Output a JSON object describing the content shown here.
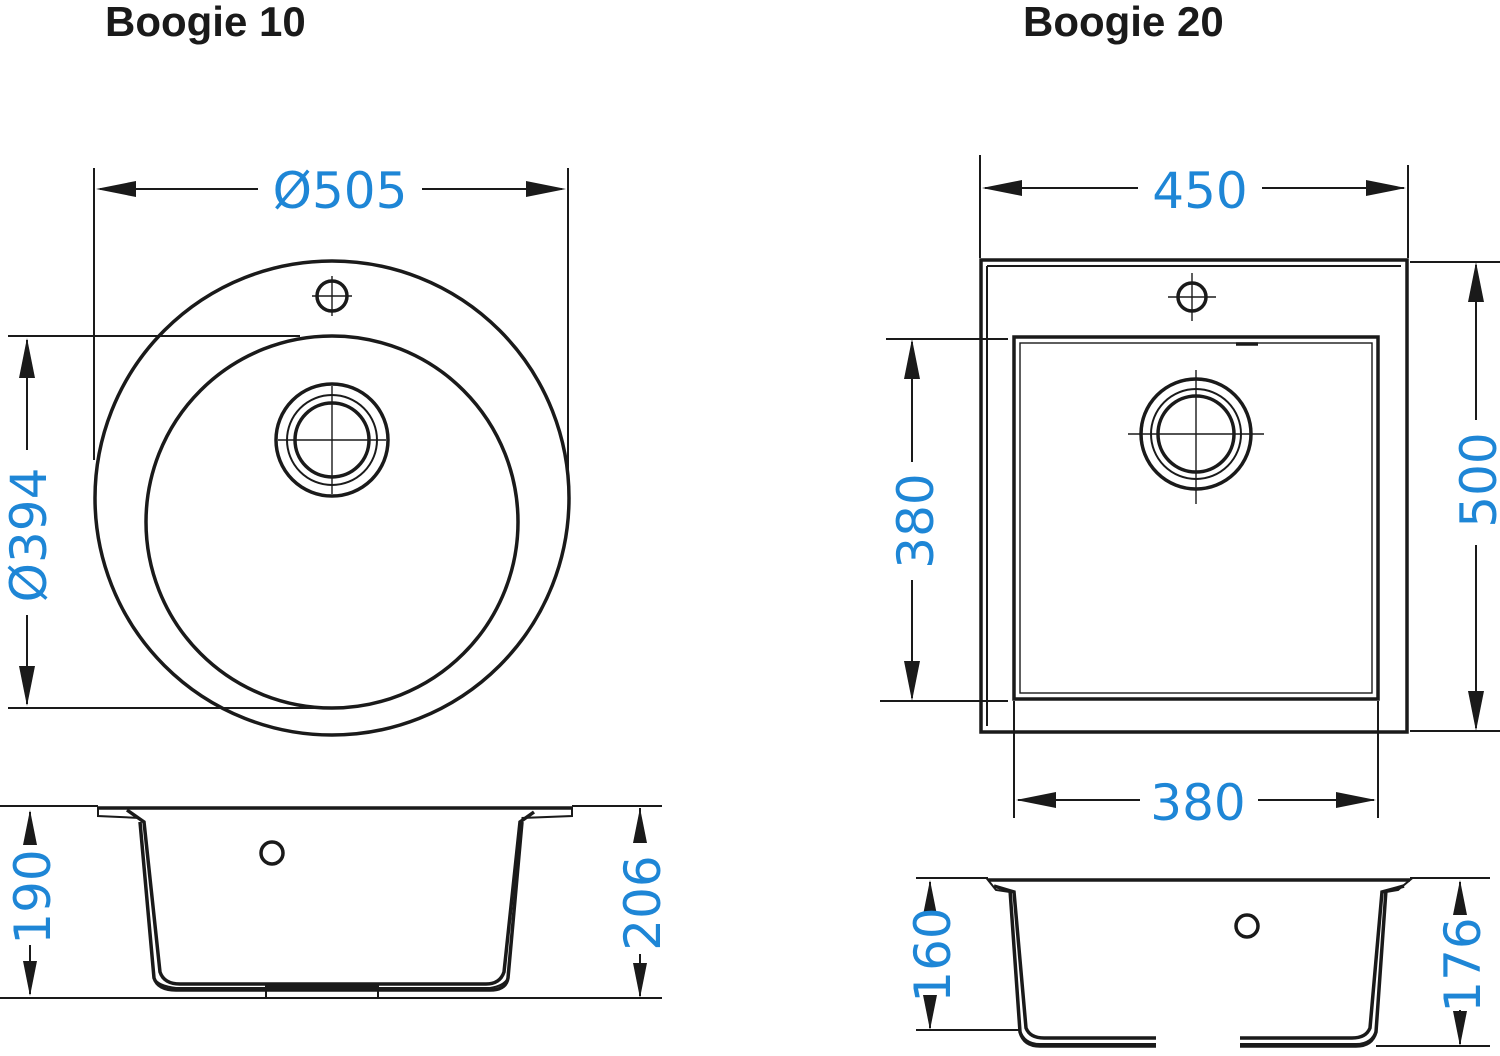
{
  "models": [
    {
      "name": "Boogie 10",
      "dimensions": {
        "outer_diameter": "Ø505",
        "bowl_diameter": "Ø394",
        "bowl_depth": "190",
        "total_depth": "206"
      }
    },
    {
      "name": "Boogie 20",
      "dimensions": {
        "outer_width": "450",
        "outer_length": "500",
        "bowl_length": "380",
        "bowl_width": "380",
        "bowl_depth": "160",
        "total_depth": "176"
      }
    }
  ],
  "colors": {
    "dimension_text": "#1e86d6",
    "line": "#1a1a1a"
  }
}
